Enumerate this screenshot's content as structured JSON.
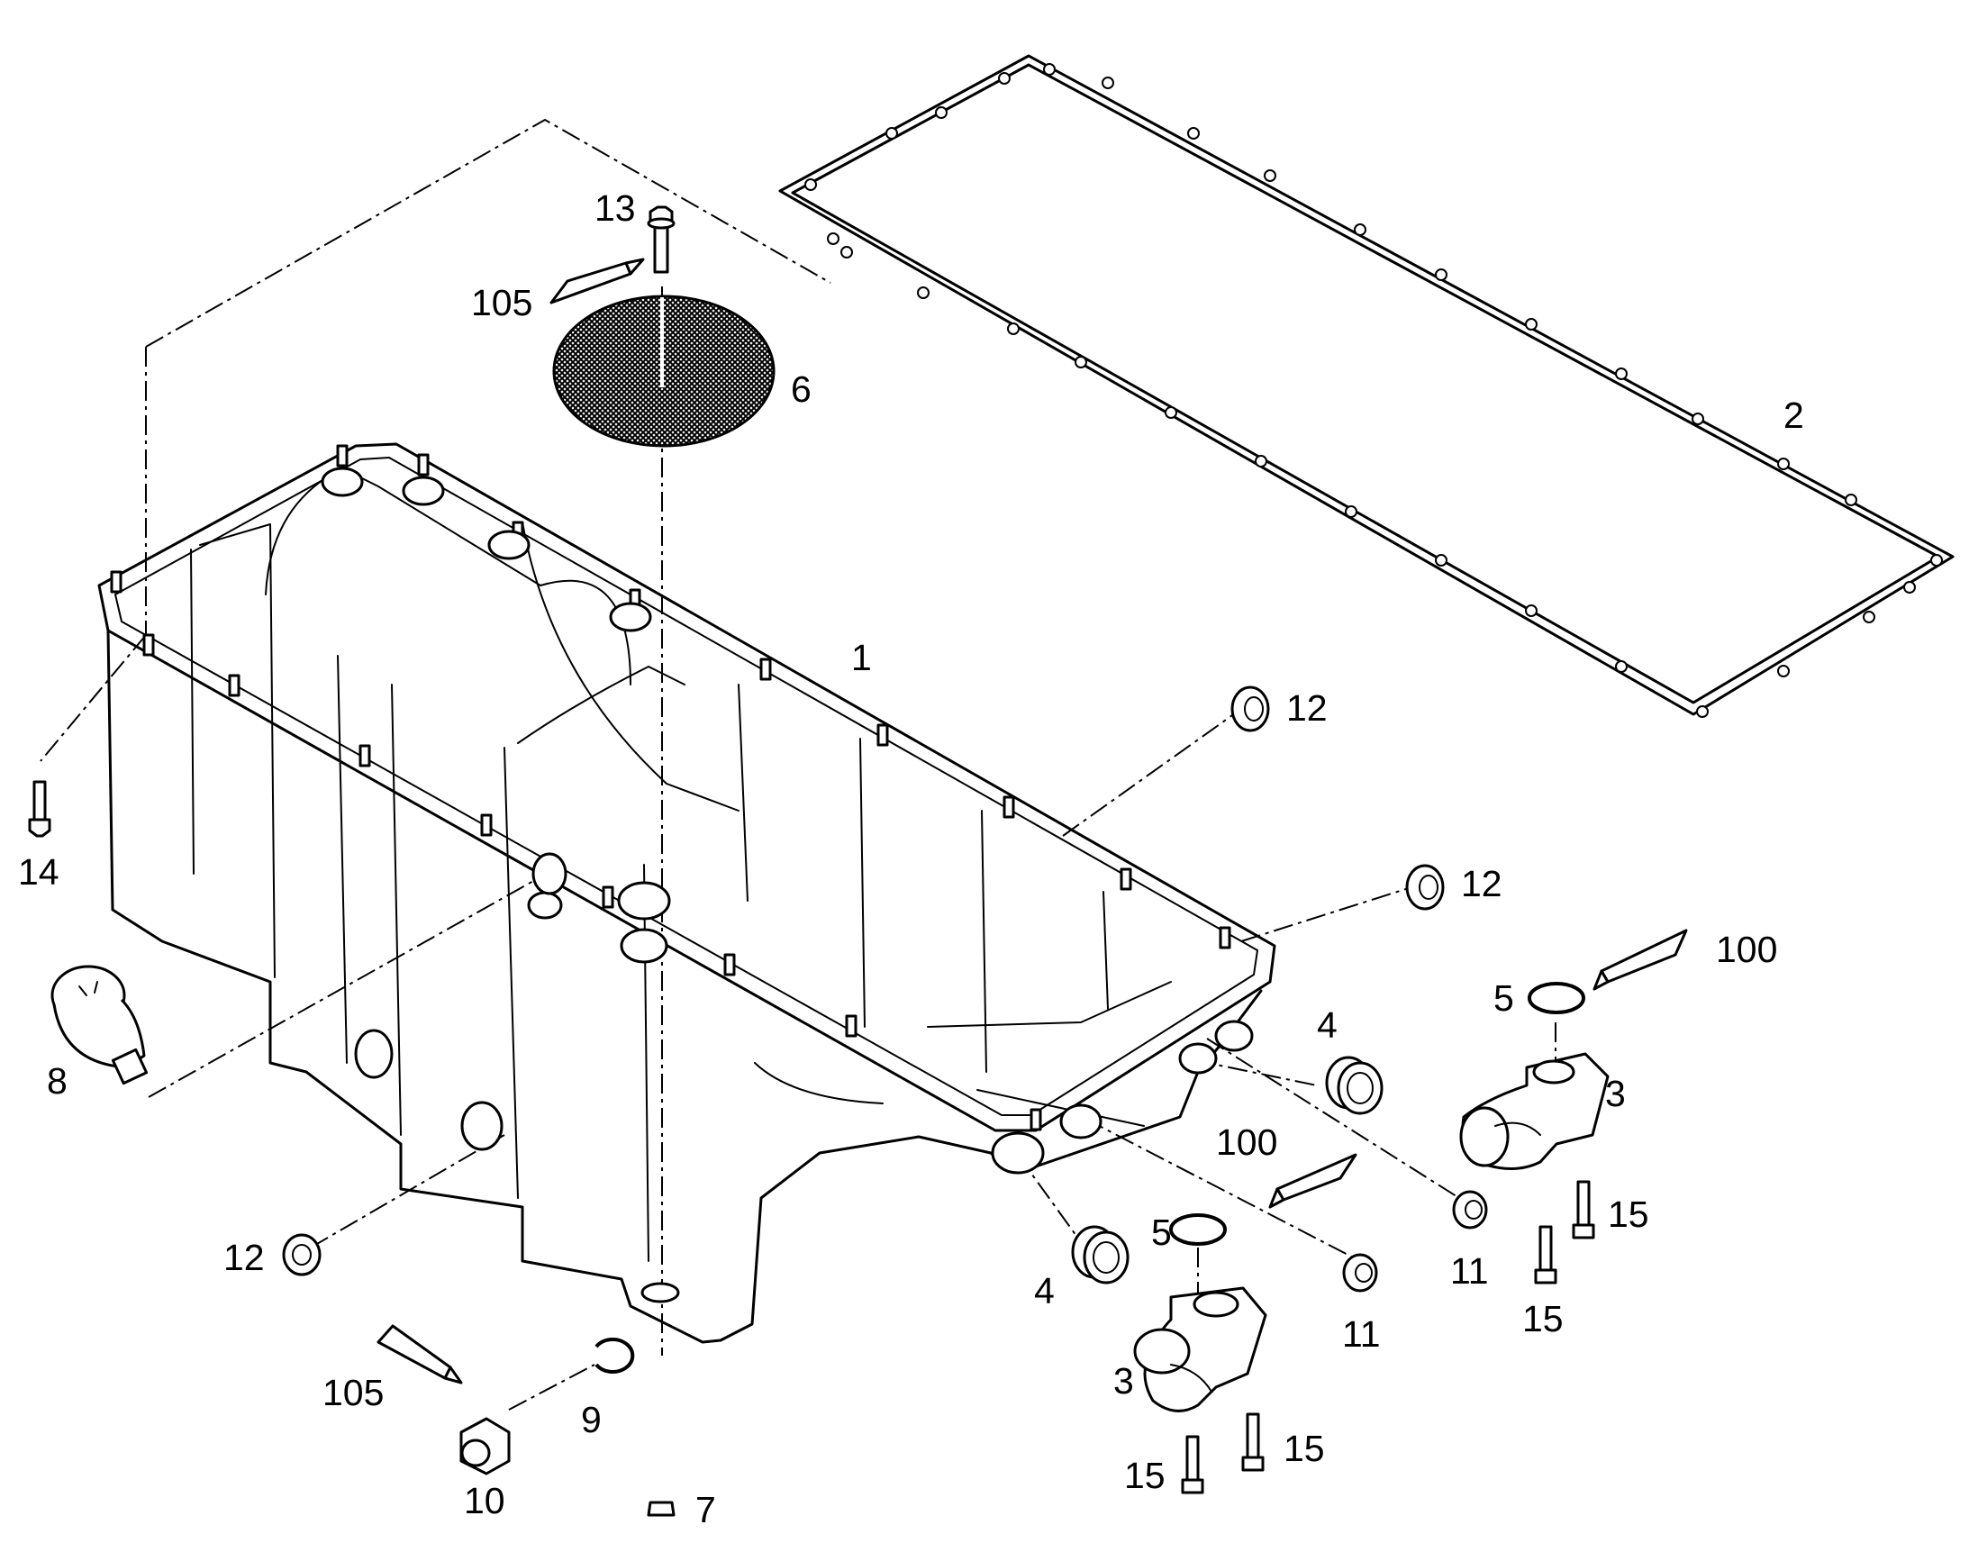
{
  "labels": {
    "l1": "1",
    "l2": "2",
    "l3a": "3",
    "l3b": "3",
    "l4a": "4",
    "l4b": "4",
    "l5a": "5",
    "l5b": "5",
    "l6": "6",
    "l7": "7",
    "l8": "8",
    "l9": "9",
    "l10": "10",
    "l11a": "11",
    "l11b": "11",
    "l12a": "12",
    "l12b": "12",
    "l12c": "12",
    "l13": "13",
    "l14": "14",
    "l15a": "15",
    "l15b": "15",
    "l15c": "15",
    "l15d": "15",
    "l100a": "100",
    "l100b": "100",
    "l105a": "105",
    "l105b": "105"
  }
}
